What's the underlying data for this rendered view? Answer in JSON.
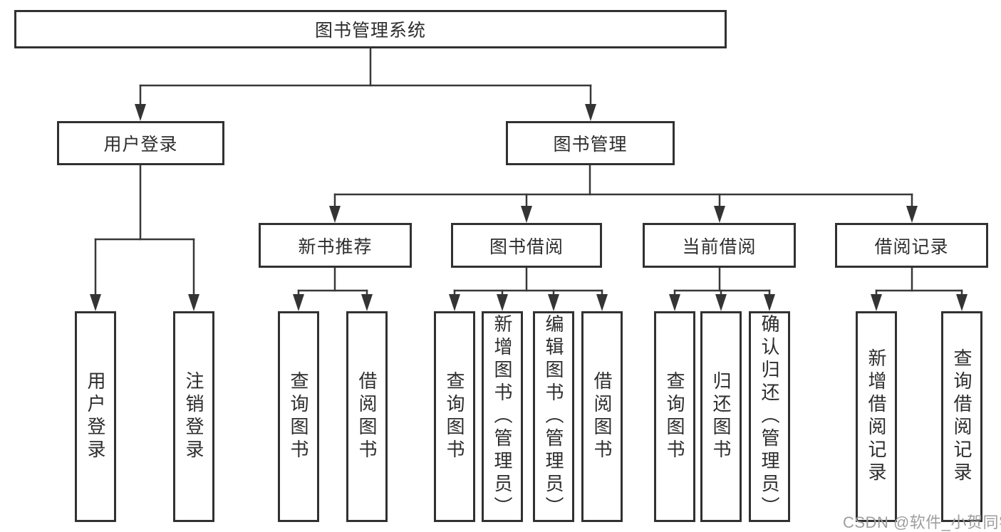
{
  "diagram": {
    "type": "hierarchy-tree",
    "title": "图书管理系统"
  },
  "tree": {
    "root": {
      "label": "图书管理系统"
    },
    "branches": [
      {
        "label": "用户登录",
        "leaves": [
          {
            "label": "用户登录"
          },
          {
            "label": "注销登录"
          }
        ]
      },
      {
        "label": "图书管理",
        "groups": [
          {
            "label": "新书推荐",
            "leaves": [
              {
                "label": "查询图书"
              },
              {
                "label": "借阅图书"
              }
            ]
          },
          {
            "label": "图书借阅",
            "leaves": [
              {
                "label": "查询图书"
              },
              {
                "label": "新增图书（管理员）"
              },
              {
                "label": "编辑图书（管理员）"
              },
              {
                "label": "借阅图书"
              }
            ]
          },
          {
            "label": "当前借阅",
            "leaves": [
              {
                "label": "查询图书"
              },
              {
                "label": "归还图书"
              },
              {
                "label": "确认归还（管理员）"
              }
            ]
          },
          {
            "label": "借阅记录",
            "leaves": [
              {
                "label": "新增借阅记录"
              },
              {
                "label": "查询借阅记录"
              }
            ]
          }
        ]
      }
    ]
  },
  "watermark": {
    "text": "CSDN @软件_小贺同学"
  },
  "colors": {
    "background": "#ffffff",
    "box_border": "#313131",
    "line": "#383838",
    "text": "#2d2d2d",
    "watermark": "#9e9e9e"
  }
}
